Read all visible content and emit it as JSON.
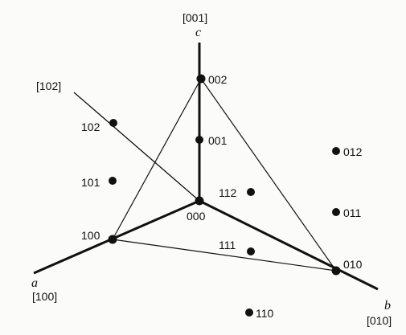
{
  "directions": {
    "c_index": "[001]",
    "c_letter": "c",
    "a_index": "[100]",
    "a_letter": "a",
    "b_index": "[010]",
    "b_letter": "b",
    "d102_index": "[102]"
  },
  "points": {
    "p000": "000",
    "p001": "001",
    "p002": "002",
    "p100": "100",
    "p010": "010",
    "p101": "101",
    "p102": "102",
    "p011": "011",
    "p012": "012",
    "p111": "111",
    "p112": "112",
    "p110": "110"
  },
  "colors": {
    "ink": "#111111",
    "paper": "#fbfbf9"
  }
}
